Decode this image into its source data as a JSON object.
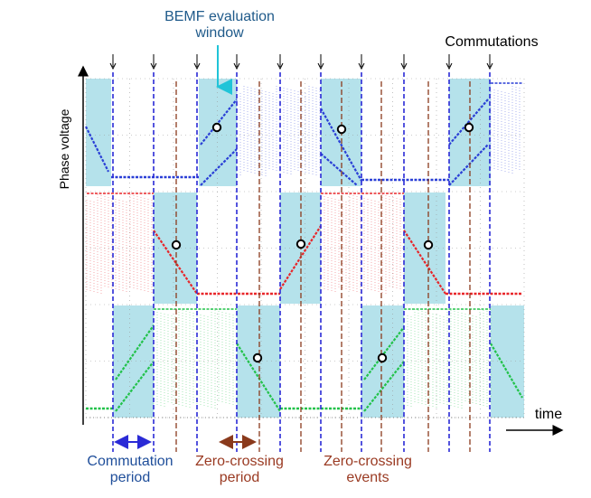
{
  "labels": {
    "bemf_window_line1": "BEMF evaluation",
    "bemf_window_line2": "window",
    "commutations": "Commutations",
    "y_axis": "Phase voltage",
    "x_axis": "time",
    "commutation_period_line1": "Commutation",
    "commutation_period_line2": "period",
    "zero_crossing_period_line1": "Zero-crossing",
    "zero_crossing_period_line2": "period",
    "zero_crossing_events_line1": "Zero-crossing",
    "zero_crossing_events_line2": "events"
  },
  "colors": {
    "phase_a": "#2a3fd6",
    "phase_b": "#e8262a",
    "phase_c": "#22c24a",
    "window_fill": "#a8dde8",
    "commutation_line": "#2a2ad6",
    "zero_crossing_line": "#8a3a1c",
    "bemf_arrow": "#20c4d8",
    "grid": "#9a9a9a"
  },
  "icons": {
    "commutation_marker": "down-arrow-icon",
    "zero_crossing_marker": "circle-marker-icon"
  }
}
